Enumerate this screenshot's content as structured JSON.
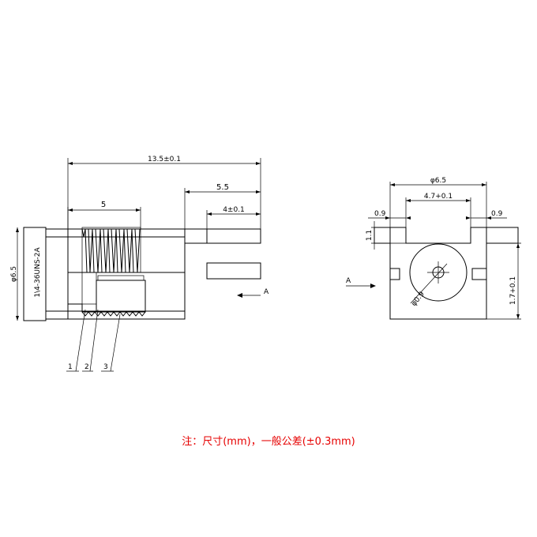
{
  "side_view": {
    "dim_total_length": "13.5±0.1",
    "dim_pin_length": "5.5",
    "dim_pin_offset": "4±0.1",
    "dim_thread_length": "5",
    "dim_diameter": "φ6.5",
    "thread_spec": "1\\4-36UNS-2A",
    "view_arrow_label": "A",
    "callouts": [
      "1",
      "2",
      "3"
    ]
  },
  "end_view": {
    "dim_width": "φ6.5",
    "dim_pin_spacing": "4.7+0.1",
    "dim_left_pin_width": "0.9",
    "dim_right_pin_width": "0.9",
    "dim_pin_height": "1.1",
    "dim_pin_to_base": "1.7+0.1",
    "dim_hole": "φ0.9",
    "view_arrow_label": "A"
  },
  "note": "注：尺寸(mm)，一般公差(±0.3mm)",
  "colors": {
    "note": "#e60000",
    "line": "#000000"
  }
}
